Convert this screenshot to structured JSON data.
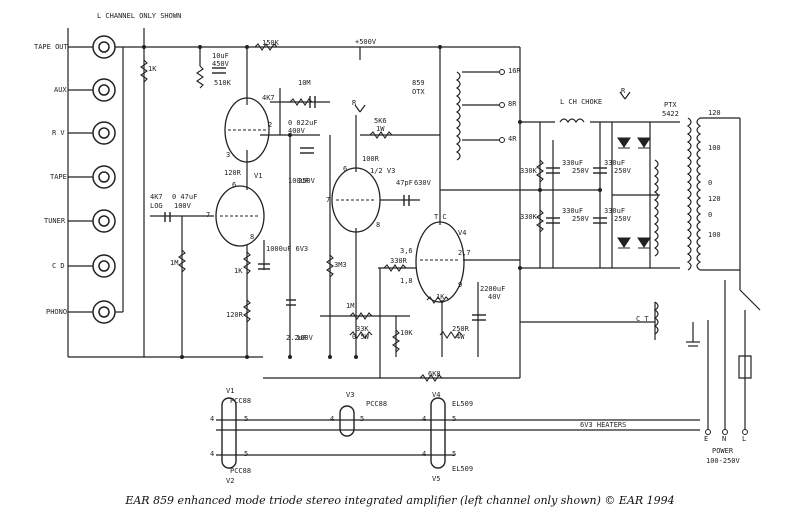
{
  "header": "L  CHANNEL ONLY SHOWN",
  "inputs": [
    "TAPE OUT",
    "AUX",
    "R V",
    "TAPE",
    "TUNER",
    "C D",
    "PHONO"
  ],
  "caption": "EAR 859 enhanced mode triode stereo integrated amplifier (left channel only shown) © EAR 1994",
  "labels": {
    "r1k_top": "1K",
    "r150k": "150K",
    "hv": "+500V",
    "c10": "10uF",
    "c10v": "450V",
    "r510k": "510K",
    "r10m": "10M",
    "r4k7a": "4K7",
    "c022": "0 022uF",
    "c022v": "400V",
    "pin2": "2",
    "v1": "V1",
    "pin3": "3",
    "r120r": "120R",
    "pin6": "6",
    "pin7": "7",
    "pin8": "8",
    "r1k_b": "1K",
    "r120r_b": "120R",
    "c1000": "1000uF 6V3",
    "c100": "100uF",
    "c100v": "250V",
    "c22": "2.2uF",
    "c22v": "100V",
    "pot": "4K7",
    "log": "LOG",
    "c047": "0 47uF",
    "c047v": "100V",
    "r1m_in": "1M",
    "rR1": "R",
    "r100r": "100R",
    "v3": "1/2 V3",
    "pin6b": "6",
    "pin7b": "7",
    "pin8b": "8",
    "r5k6": "5K6",
    "r1w": "1W",
    "c47p": "47pF",
    "c630": "630V",
    "r3m3": "3M3",
    "otx": "859",
    "otx2": "OTX",
    "t16": "16R",
    "t8": "8R",
    "t4": "4R",
    "tc": "T C",
    "v4": "V4",
    "p36": "3,6",
    "p27": "2,7",
    "r330r": "330R",
    "p18": "1,8",
    "p9": "9",
    "r1k_c": "1K",
    "c2200": "2200uF",
    "c2200v": "40V",
    "r250": "250R",
    "r250w": "4W",
    "r1m_b": "1M",
    "r33k": "33K",
    "r33kw": "0 5W",
    "r10k": "10K",
    "r6k8": "6K8",
    "choke": "L  CH CHOKE",
    "rR2": "R",
    "r330k1": "330K",
    "r330k2": "330K",
    "c330a": "330uF",
    "c330b": "330uF",
    "c330c": "330uF",
    "c330d": "330uF",
    "v250a": "250V",
    "v250b": "250V",
    "v250c": "250V",
    "v250d": "250V",
    "ptx": "PTX",
    "ptx2": "5422",
    "t120a": "120",
    "t100a": "100",
    "t0a": "0",
    "t120b": "120",
    "t0b": "0",
    "t100b": "100",
    "ct": "C T",
    "hv1": "V1",
    "hv2": "V2",
    "hv3": "V3",
    "hv4": "V4",
    "hv5": "V5",
    "pcc1": "PCC88",
    "pcc2": "PCC88",
    "pcc3": "PCC88",
    "el1": "EL509",
    "el2": "EL509",
    "h4a": "4",
    "h5a": "5",
    "h4b": "4",
    "h5b": "5",
    "h4c": "4",
    "h5c": "5",
    "h4d": "4",
    "h5d": "5",
    "h4e": "4",
    "h5e": "5",
    "heaters": "6V3 HEATERS",
    "e": "E",
    "n": "N",
    "l": "L",
    "power": "POWER",
    "mains": "100-250V"
  }
}
